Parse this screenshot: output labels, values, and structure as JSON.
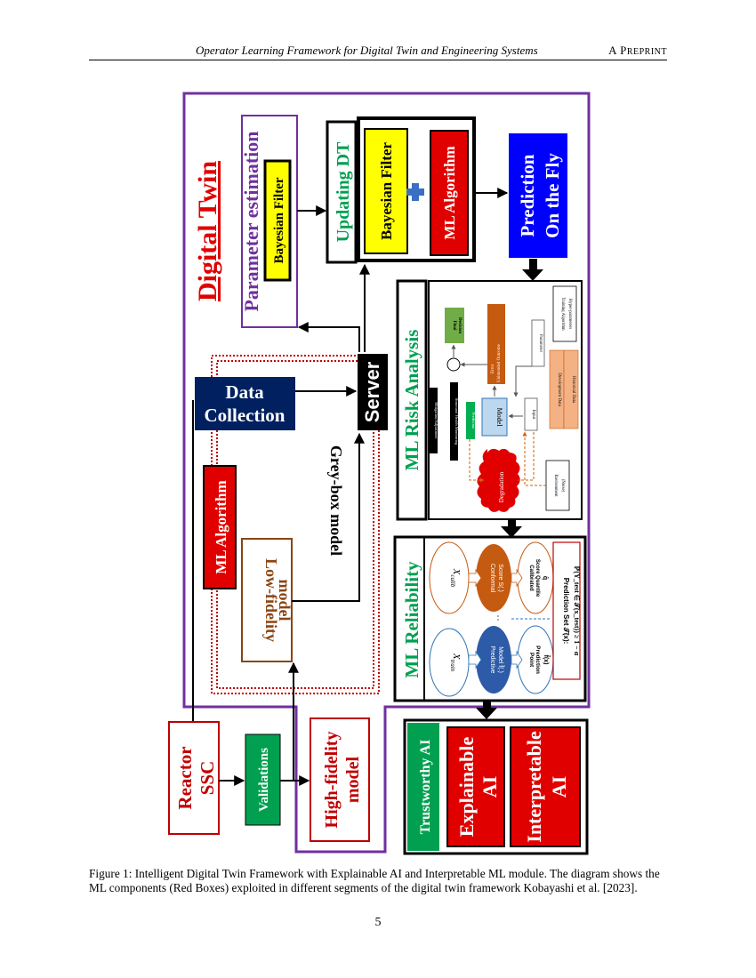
{
  "header": {
    "running_title": "Operator Learning Framework for Digital Twin and Engineering Systems",
    "preprint_label": "A P",
    "preprint_label_sc": "REPRINT"
  },
  "figure": {
    "digital_twin": "Digital Twin",
    "param_estimation": "Parameter estimation",
    "bayesian_filter": "Bayesian Filter",
    "updating_dt": "Updating DT",
    "ml_algorithm": "ML Algorithm",
    "prediction_line1": "Prediction",
    "prediction_line2": "On the Fly",
    "data_collection_line1": "Data",
    "data_collection_line2": "Collection",
    "server": "Server",
    "grey_box": "Grey-box model",
    "low_fidelity_line1": "Low-fidelity",
    "low_fidelity_line2": "model",
    "ml_risk": "ML Risk Analysis",
    "ml_reliability": "ML Reliability",
    "reactor_line1": "Reactor",
    "reactor_line2": "SSC",
    "validations": "Validations",
    "high_fidelity_line1": "High-fidelity",
    "high_fidelity_line2": "model",
    "trustworthy": "Trustworthy AI",
    "explainable_line1": "Explainable",
    "explainable_line2": "AI",
    "interpretable_line1": "Interpretable",
    "interpretable_line2": "AI",
    "risk": {
      "final_decision_1": "Final",
      "final_decision_2": "Decision",
      "error": "Error",
      "unintended": "Unintended Outcome",
      "mitigation": "Mitigation/Adjustment",
      "shm": "Structural Health Monitoring",
      "prediction": "Prediction",
      "model": "Model",
      "parameter": "Parameter",
      "input": "Input",
      "training_algorithm": "Training Algorithm",
      "hyper_parameters": "Hyper-parameters",
      "development_data": "Development Data",
      "historical_data": "Historical Data",
      "degradation": "Degradation",
      "environment_1": "Environment",
      "environment_2": "(Noise)"
    },
    "rel": {
      "x_calib": "X",
      "x_calib_sub": "calib",
      "x_train": "X",
      "x_train_sub": "train",
      "conformal_1": "Conformal",
      "conformal_2": "Score S(.)",
      "calibrated_1": "Calibrated",
      "calibrated_2": "Score Quantile",
      "calibrated_3": "q̂",
      "predictive_1": "Predictive",
      "predictive_2": "Model f̂(.)",
      "point_1": "Point",
      "point_2": "Prediction",
      "point_3": "f̂(x)",
      "pred_set": "Prediction Set 𝒯(x):",
      "formula": "ℙ(Y_test ∈ 𝒯(x_test)) ≥ 1 − α"
    }
  },
  "caption": "Figure 1: Intelligent Digital Twin Framework with Explainable AI and Interpretable ML module. The diagram shows the ML components (Red Boxes) exploited in different segments of the digital twin framework Kobayashi et al. [2023].",
  "page_number": "5",
  "colors": {
    "purple": "#7030a0",
    "red": "#e00000",
    "darkred": "#c00000",
    "yellow": "#ffff00",
    "blue": "#0000ff",
    "navy": "#002060",
    "green": "#00a050",
    "brown": "#8b4513"
  }
}
